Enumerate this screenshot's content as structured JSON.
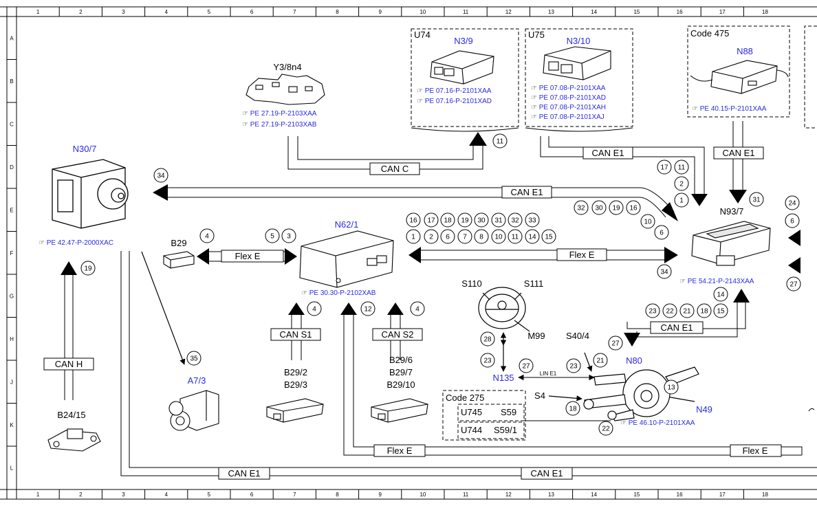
{
  "colors": {
    "blue": "#2a2ae0",
    "black": "#000000",
    "gray": "#e8e8e8"
  },
  "grid": {
    "cols": [
      "1",
      "2",
      "3",
      "4",
      "5",
      "6",
      "7",
      "8",
      "9",
      "10",
      "11",
      "12",
      "13",
      "14",
      "15",
      "16",
      "17",
      "18"
    ],
    "rows": [
      "A",
      "B",
      "C",
      "D",
      "E",
      "F",
      "G",
      "H",
      "J",
      "K",
      "L"
    ]
  },
  "components": {
    "n30_7": {
      "label": "N30/7",
      "ref": "PE 42.47-P-2000XAC"
    },
    "y3_8n4": {
      "label": "Y3/8n4",
      "refs": [
        "PE 27.19-P-2103XAA",
        "PE 27.19-P-2103XAB"
      ]
    },
    "u74": {
      "code": "U74",
      "label": "N3/9",
      "refs": [
        "PE 07.16-P-2101XAA",
        "PE 07.16-P-2101XAD"
      ]
    },
    "u75": {
      "code": "U75",
      "label": "N3/10",
      "refs": [
        "PE 07.08-P-2101XAA",
        "PE 07.08-P-2101XAD",
        "PE 07.08-P-2101XAH",
        "PE 07.08-P-2101XAJ"
      ]
    },
    "n88": {
      "code": "Code 475",
      "label": "N88",
      "ref": "PE 40.15-P-2101XAA"
    },
    "n93_7": {
      "label": "N93/7",
      "ref": "PE 54.21-P-2143XAA"
    },
    "n62_1": {
      "label": "N62/1",
      "ref": "PE 30.30-P-2102XAB"
    },
    "b29": {
      "label": "B29"
    },
    "a7_3": {
      "label": "A7/3"
    },
    "b24_15": {
      "label": "B24/15"
    },
    "b29_2": {
      "label1": "B29/2",
      "label2": "B29/3"
    },
    "b29_6": {
      "label1": "B29/6",
      "label2": "B29/7",
      "label3": "B29/10"
    },
    "steering": {
      "s110": "S110",
      "s111": "S111",
      "m99": "M99"
    },
    "n135": {
      "label": "N135",
      "lin": "LIN E1"
    },
    "n80": {
      "label": "N80",
      "s40_4": "S40/4",
      "s4": "S4"
    },
    "n49": {
      "label": "N49",
      "ref": "PE 46.10-P-2101XAA"
    },
    "code275": {
      "code": "Code 275",
      "u745": "U745",
      "s59": "S59",
      "u744": "U744",
      "s59_1": "S59/1"
    }
  },
  "buses": {
    "can_c": "CAN C",
    "can_e1": "CAN E1",
    "can_h": "CAN H",
    "can_s1": "CAN S1",
    "can_s2": "CAN S2",
    "flex_e": "Flex E"
  },
  "circles": {
    "c34a": "34",
    "c11a": "11",
    "c17a": "17",
    "c11b": "11",
    "c2a": "2",
    "c1a": "1",
    "c31a": "31",
    "c32a": "32",
    "c30a": "30",
    "c19a": "19",
    "c16a": "16",
    "c10a": "10",
    "c6a": "6",
    "c19b": "19",
    "c35": "35",
    "c4a": "4",
    "c5a": "5",
    "c3a": "3",
    "r16": "16",
    "r17": "17",
    "r18": "18",
    "r19": "19",
    "r30": "30",
    "r31": "31",
    "r32": "32",
    "r33": "33",
    "s1": "1",
    "s2": "2",
    "s6": "6",
    "s7": "7",
    "s8": "8",
    "s10": "10",
    "s11": "11",
    "s14": "14",
    "s15": "15",
    "c34b": "34",
    "c4b": "4",
    "c12": "12",
    "c4c": "4",
    "c14": "14",
    "c23a": "23",
    "c22a": "22",
    "c21a": "21",
    "c18a": "18",
    "c15a": "15",
    "c27a": "27",
    "c28": "28",
    "c23b": "23",
    "c27b": "27",
    "c23c": "23",
    "c21b": "21",
    "c13": "13",
    "c18b": "18",
    "c22b": "22",
    "e24": "24",
    "e6": "6",
    "e27": "27"
  }
}
